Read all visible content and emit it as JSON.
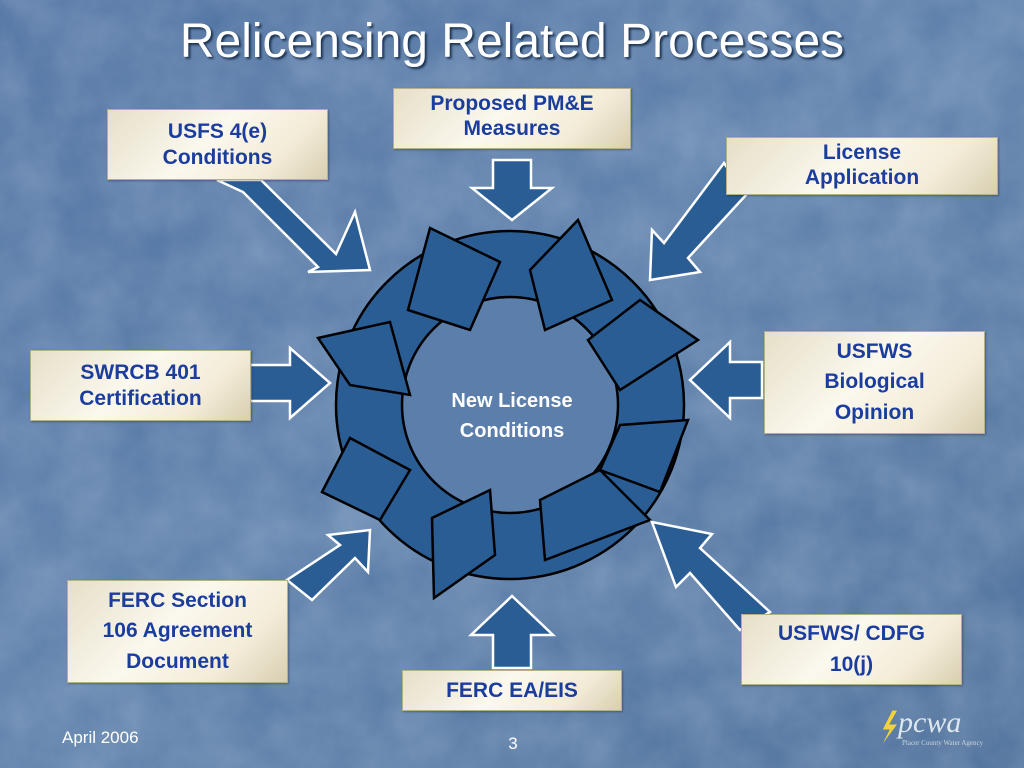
{
  "slide": {
    "title": "Relicensing Related Processes",
    "center": "New License\nConditions",
    "footer_date": "April 2006",
    "page_number": "3",
    "logo_text": "pcwa",
    "logo_subtext": "Placer County Water Agency"
  },
  "boxes": {
    "usfs": "USFS 4(e)\nConditions",
    "pme": "Proposed PM&E\nMeasures",
    "license_app": "License\nApplication",
    "swrcb": "SWRCB 401\nCertification",
    "usfws_bio": "USFWS\nBiological\nOpinion",
    "ferc_106": "FERC Section\n106 Agreement\nDocument",
    "ferc_eis": "FERC EA/EIS",
    "usfws_cdfg": "USFWS/ CDFG\n10(j)"
  },
  "colors": {
    "background": "#5577a0",
    "arrow_fill": "#2b5d95",
    "box_text": "#1a3d9e"
  }
}
